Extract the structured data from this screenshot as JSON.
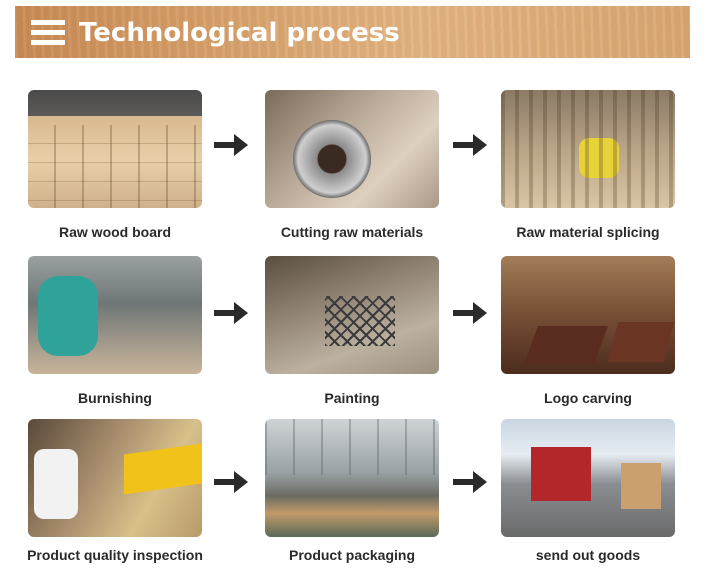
{
  "header": {
    "title": "Technological process",
    "menu_icon": "hamburger-menu-icon"
  },
  "colors": {
    "banner_wood": "#d6a06a",
    "banner_text": "#ffffff",
    "caption_text": "#2a2a2a",
    "arrow": "#2a2a2a"
  },
  "steps": [
    {
      "label": "Raw wood board"
    },
    {
      "label": "Cutting raw materials"
    },
    {
      "label": "Raw material splicing"
    },
    {
      "label": "Burnishing"
    },
    {
      "label": "Painting"
    },
    {
      "label": "Logo carving"
    },
    {
      "label": "Product quality inspection"
    },
    {
      "label": "Product packaging"
    },
    {
      "label": "send out goods"
    }
  ]
}
